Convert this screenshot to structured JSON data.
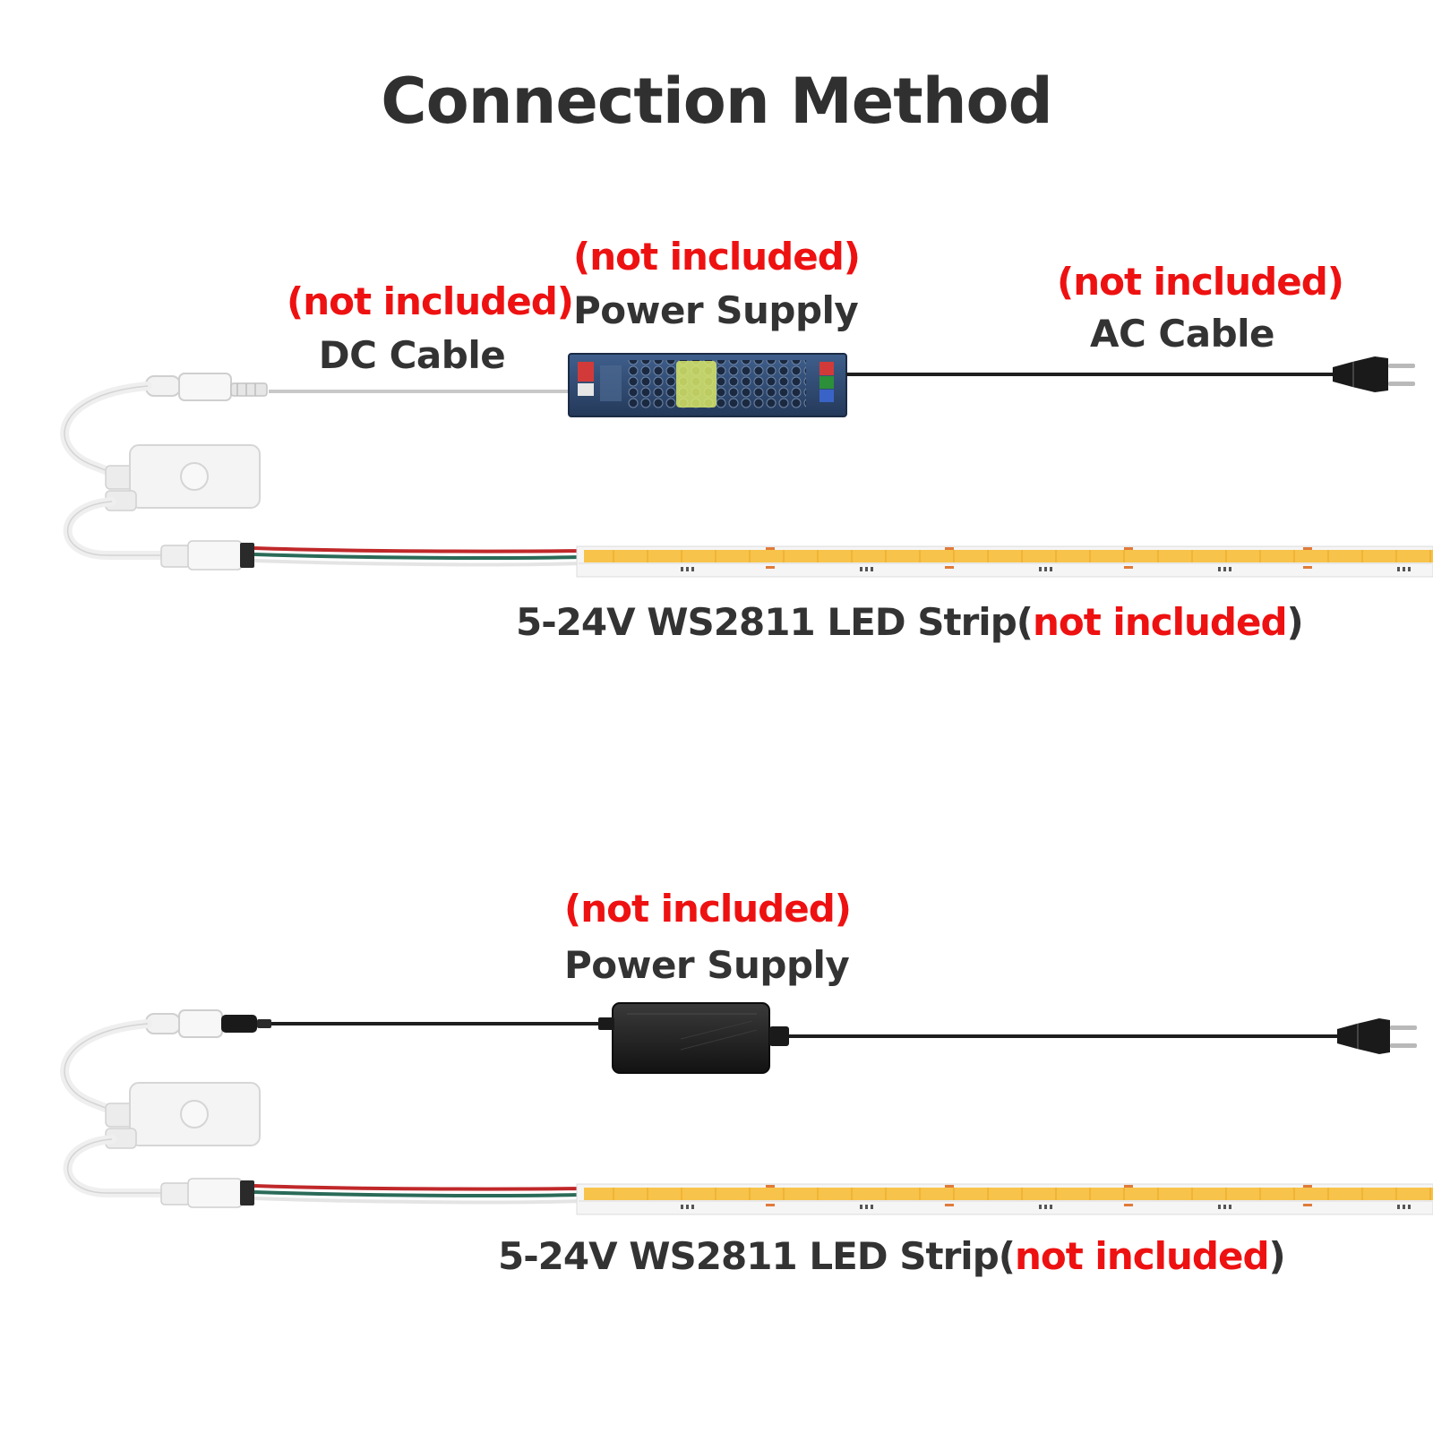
{
  "title": "Connection Method",
  "not_included": "(not included)",
  "strip_not_included": "not included",
  "paren_open": "(",
  "paren_close": ")",
  "diagram1": {
    "dc_cable": "DC Cable",
    "power_supply": "Power Supply",
    "ac_cable": "AC Cable",
    "strip_label": "5-24V WS2811 LED Strip"
  },
  "diagram2": {
    "power_supply": "Power Supply",
    "strip_label": "5-24V WS2811 LED Strip"
  },
  "colors": {
    "accent_red": "#ee1111",
    "text_dark": "#333333",
    "strip_led": "#f7c34a"
  }
}
